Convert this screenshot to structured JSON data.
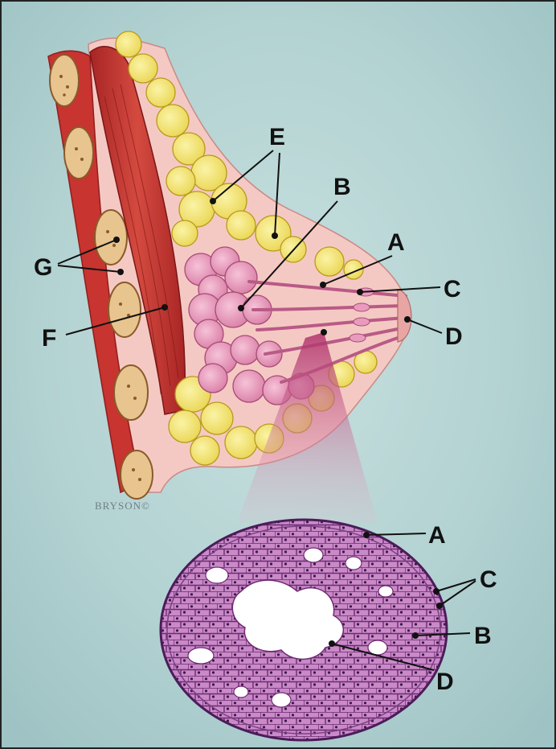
{
  "labels": {
    "upper_E": "E",
    "upper_B": "B",
    "upper_A": "A",
    "upper_C": "C",
    "upper_D": "D",
    "upper_G": "G",
    "upper_F": "F",
    "lower_A": "A",
    "lower_C": "C",
    "lower_B": "B",
    "lower_D": "D"
  },
  "signature": "BRYSON©",
  "colors": {
    "background": "#b9d6d6",
    "skin": "#f6c8c4",
    "fat": "#f3e56a",
    "muscle": "#c8302e",
    "lobule": "#e48fb2",
    "duct_cells": "#b25bb0",
    "lumen": "#ffffff",
    "bone": "#e8c48e"
  }
}
